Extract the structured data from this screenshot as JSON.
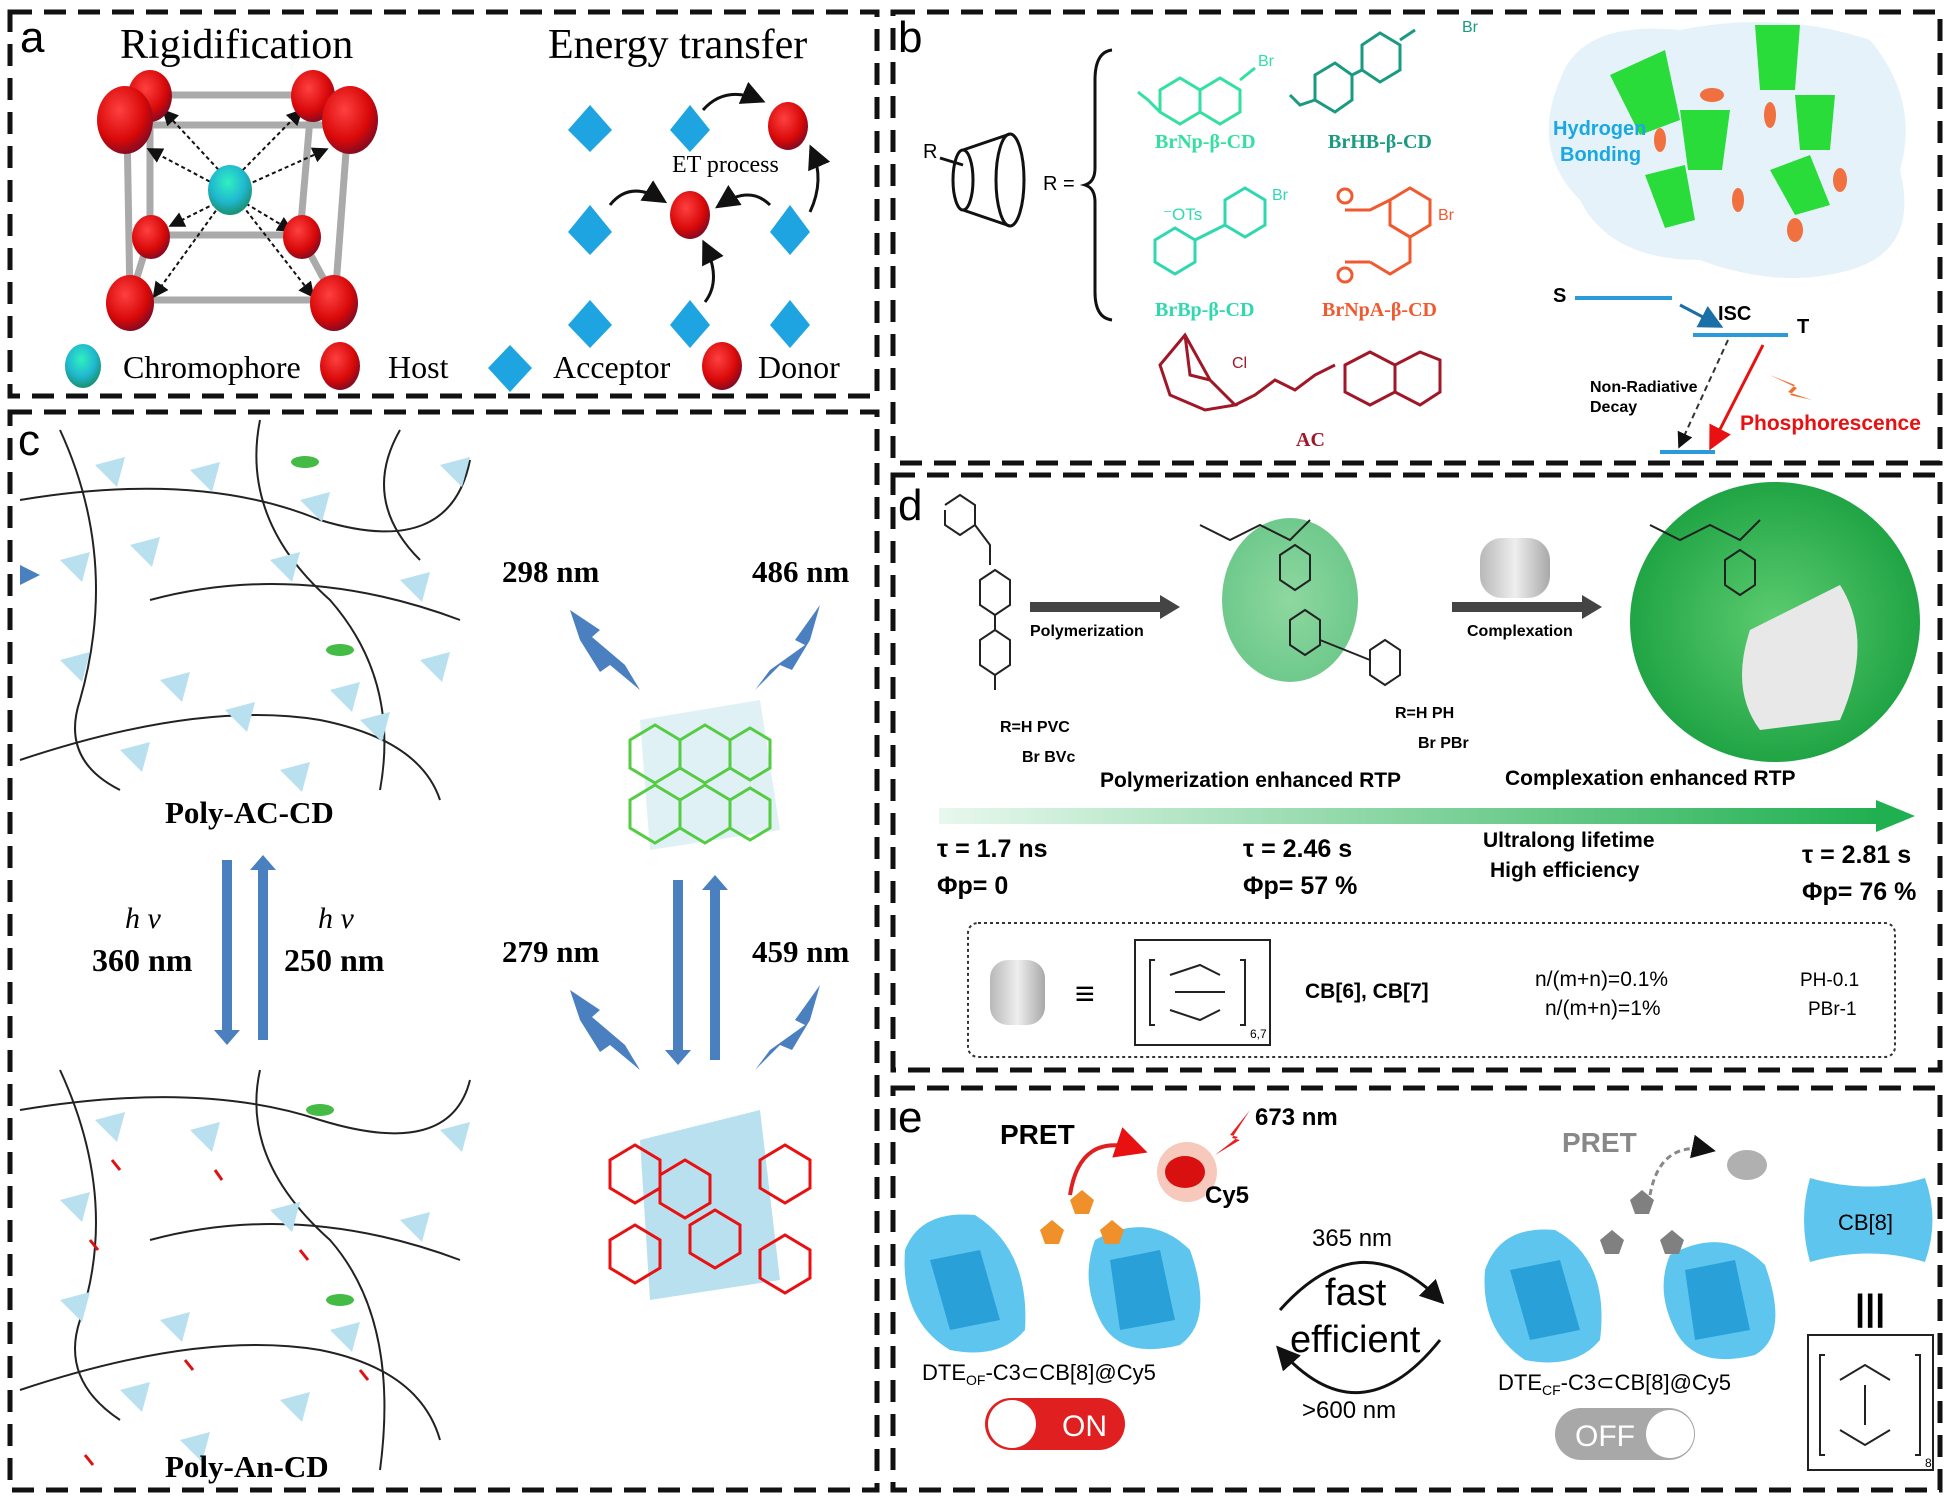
{
  "panel_a": {
    "label": "a",
    "title_left": "Rigidification",
    "title_right": "Energy transfer",
    "et_process": "ET process",
    "legend": [
      "Chromophore",
      "Host",
      "Acceptor",
      "Donor"
    ]
  },
  "panel_b": {
    "label": "b",
    "r_label": "R",
    "r_equals": "R =",
    "compounds": [
      "BrNp-β-CD",
      "BrHB-β-CD",
      "BrBp-β-CD",
      "BrNpA-β-CD"
    ],
    "ac_label": "AC",
    "ots": "⁻OTs",
    "br": "Br",
    "cl": "Cl",
    "hydrogen": "Hydrogen",
    "bonding": "Bonding",
    "s_label": "S",
    "isc_label": "ISC",
    "t_label": "T",
    "nonrad_1": "Non-Radiative",
    "nonrad_2": "Decay",
    "phosphorescence": "Phosphorescence"
  },
  "panel_c": {
    "label": "c",
    "wl_298": "298 nm",
    "wl_486": "486 nm",
    "wl_279": "279 nm",
    "wl_459": "459 nm",
    "poly_ac": "Poly-AC-CD",
    "poly_an": "Poly-An-CD",
    "hv": "h ν",
    "wl_360": "360 nm",
    "wl_250": "250 nm"
  },
  "panel_d": {
    "label": "d",
    "polymerization": "Polymerization",
    "complexation": "Complexation",
    "r_h_pvc": "R=H  PVC",
    "br_bvc": "Br BVc",
    "r_h_ph": "R=H  PH",
    "br_pbr": "Br PBr",
    "poly_rtp": "Polymerization enhanced RTP",
    "comp_rtp": "Complexation enhanced RTP",
    "tau1": "τ = 1.7 ns",
    "phi1": "Φp= 0",
    "tau2": "τ = 2.46 s",
    "phi2": "Φp= 57 %",
    "ultralong": "Ultralong lifetime",
    "high_eff": "High efficiency",
    "tau3": "τ = 2.81 s",
    "phi3": "Φp= 76 %",
    "equiv": "≡",
    "cb67": "CB[6], CB[7]",
    "ratio1": "n/(m+n)=0.1%",
    "ratio2": "n/(m+n)=1%",
    "ph": "PH-0.1",
    "pbr": "PBr-1",
    "sub67": "6,7"
  },
  "panel_e": {
    "label": "e",
    "pret_on": "PRET",
    "wl_673": "673 nm",
    "cy5": "Cy5",
    "wl_365": "365 nm",
    "fast": "fast",
    "efficient": "efficient",
    "wl_600": ">600 nm",
    "dte_of": "DTE",
    "dte_of_sub": "OF",
    "dte_cf_sub": "CF",
    "dte_rest": "-C3⊂CB[8]@Cy5",
    "on": "ON",
    "off": "OFF",
    "pret_off": "PRET",
    "cb8": "CB[8]",
    "triple": "|||",
    "sub8": "8"
  },
  "colors": {
    "host_red": "#e01010",
    "acceptor_blue": "#1ea4e0",
    "cd_green": "#22cc33",
    "teal": "#1a9a80",
    "orange": "#f05a30",
    "ac_red": "#a01828",
    "phos_red": "#e81010"
  }
}
